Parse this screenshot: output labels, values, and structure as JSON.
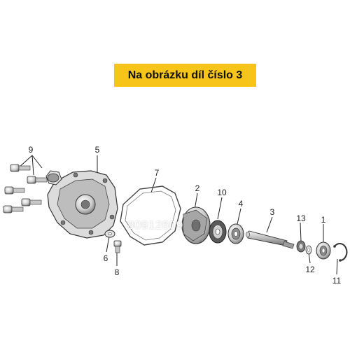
{
  "banner": {
    "text": "Na obrázku díl číslo 3"
  },
  "watermark": {
    "text": "80912609"
  },
  "callouts": {
    "c1": "1",
    "c2": "2",
    "c3": "3",
    "c4": "4",
    "c5": "5",
    "c6": "6",
    "c7": "7",
    "c8": "8",
    "c9": "9",
    "c10": "10",
    "c11": "11",
    "c12": "12",
    "c13": "13"
  },
  "colors": {
    "banner_bg": "#f7c519",
    "line": "#222222",
    "part_fill": "#e6e6e6",
    "part_dark": "#8a8a8a"
  }
}
